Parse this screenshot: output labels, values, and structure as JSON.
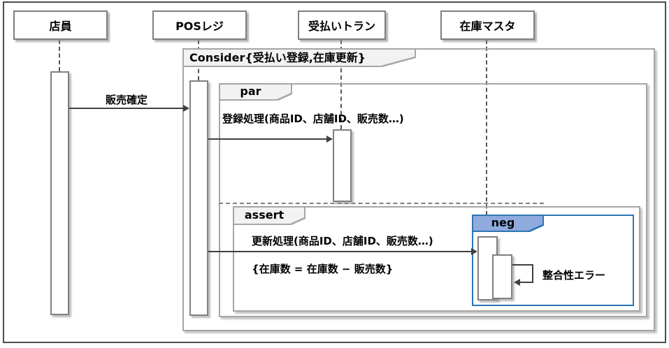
{
  "diagram": {
    "type": "uml-sequence-diagram",
    "actors": [
      {
        "label": "店員"
      },
      {
        "label": "POSレジ"
      },
      {
        "label": "受払いトラン"
      },
      {
        "label": "在庫マスタ"
      }
    ],
    "frames": {
      "consider": {
        "label": "Consider{受払い登録,在庫更新}"
      },
      "par": {
        "label": "par"
      },
      "assert_frame": {
        "label": "assert"
      },
      "neg": {
        "label": "neg"
      }
    },
    "messages": [
      {
        "label": "販売確定",
        "from": "店員",
        "to": "POSレジ",
        "kind": "sync"
      },
      {
        "label": "登録処理(商品ID、店舗ID、販売数…)",
        "from": "POSレジ",
        "to": "受払いトラン",
        "kind": "sync"
      },
      {
        "label": "更新処理(商品ID、店舗ID、販売数…)",
        "from": "POSレジ",
        "to": "在庫マスタ",
        "kind": "sync"
      },
      {
        "label": "整合性エラー",
        "from": "在庫マスタ",
        "to": "在庫マスタ",
        "kind": "self"
      }
    ],
    "constraint": {
      "label": "{在庫数 = 在庫数 − 販売数}"
    },
    "colors": {
      "frame_border": "#a6a6a6",
      "tab_fill": "#f2f2f2",
      "neg_border": "#2e75b6",
      "neg_tab_fill": "#8faadc",
      "actor_border": "#7f7f7f",
      "activation_border": "#808080",
      "lifeline": "#595959",
      "arrow": "#404040",
      "outer_border": "#4d4d4d",
      "text": "#000000"
    }
  }
}
